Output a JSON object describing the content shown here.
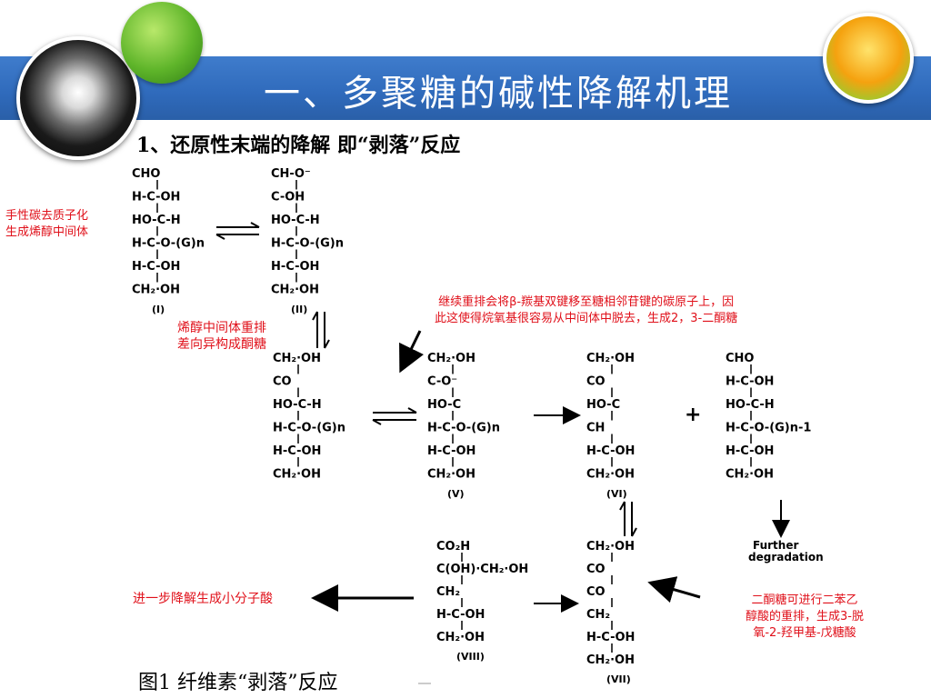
{
  "slide": {
    "title": "一、多聚糖的碱性降解机理",
    "subtitle": "1、还原性末端的降解 即“剥落”反应",
    "caption": "图1  纤维素“剥落”反应"
  },
  "notes": {
    "chiral": [
      "手性碳去质子化",
      "生成烯醇中间体"
    ],
    "enol": [
      "烯醇中间体重排",
      "差向异构成酮糖"
    ],
    "rearrange": [
      "继续重排会将β-羰基双键移至糖相邻苷键的碳原子上，因",
      "此这使得烷氧基很容易从中间体中脱去，生成2，3-二酮糖"
    ],
    "degrade": "进一步降解生成小分子酸",
    "benzilic": [
      "二酮糖可进行二苯乙",
      "醇酸的重排，生成3-脱",
      "氧-2-羟甲基-戊糖酸"
    ]
  },
  "structures": {
    "s1": {
      "lines": [
        "CHO",
        "H-C-OH",
        "HO-C-H",
        "H-C-O-(G)n",
        "H-C-OH",
        "CH₂·OH"
      ],
      "label": "(I)"
    },
    "s2": {
      "lines": [
        "CH-O⁻",
        "C-OH",
        "HO-C-H",
        "H-C-O-(G)n",
        "H-C-OH",
        "CH₂·OH"
      ],
      "label": "(II)"
    },
    "s3": {
      "lines": [
        "CH₂·OH",
        "CO",
        "HO-C-H",
        "H-C-O-(G)n",
        "H-C-OH",
        "CH₂·OH"
      ],
      "label": ""
    },
    "s5": {
      "lines": [
        "CH₂·OH",
        "C-O⁻",
        "HO-C",
        "H-C-O-(G)n",
        "H-C-OH",
        "CH₂·OH"
      ],
      "label": "(V)"
    },
    "s6": {
      "lines": [
        "CH₂·OH",
        "CO",
        "HO-C",
        "CH",
        "H-C-OH",
        "CH₂·OH"
      ],
      "label": "(VI)"
    },
    "s6b": {
      "lines": [
        "CHO",
        "H-C-OH",
        "HO-C-H",
        "H-C-O-(G)n-1",
        "H-C-OH",
        "CH₂·OH"
      ],
      "label": ""
    },
    "s7": {
      "lines": [
        "CH₂·OH",
        "CO",
        "CO",
        "CH₂",
        "H-C-OH",
        "CH₂·OH"
      ],
      "label": "(VII)"
    },
    "s8": {
      "lines": [
        "CO₂H",
        "C(OH)·CH₂·OH",
        "CH₂",
        "H-C-OH",
        "CH₂·OH"
      ],
      "label": "(VIII)"
    }
  },
  "plus_sign": "+",
  "further": [
    "Further",
    "degradation"
  ],
  "colors": {
    "title_band": "#2f6abb",
    "note_red": "#e0101a"
  }
}
